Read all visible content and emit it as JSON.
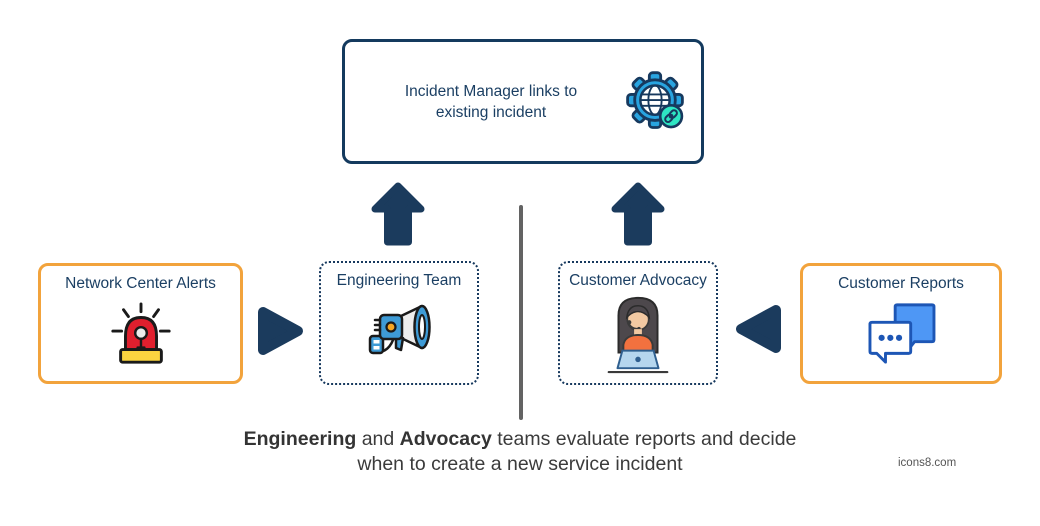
{
  "diagram": {
    "title_box": {
      "label_line1": "Incident Manager links to",
      "label_line2": "existing incident",
      "icon": "gear-globe-link-icon"
    },
    "nodes": {
      "network_alerts": {
        "label": "Network Center Alerts",
        "icon": "siren-icon",
        "border_style": "solid-orange"
      },
      "engineering_team": {
        "label": "Engineering Team",
        "icon": "megaphone-icon",
        "border_style": "dotted-navy"
      },
      "customer_advocacy": {
        "label": "Customer Advocacy",
        "icon": "support-agent-icon",
        "border_style": "dotted-navy"
      },
      "customer_reports": {
        "label": "Customer Reports",
        "icon": "chat-bubbles-icon",
        "border_style": "solid-orange"
      }
    },
    "connectors": {
      "up_arrows": 2,
      "right_arrow_from": "network_alerts",
      "left_arrow_from": "customer_reports",
      "divider": "vertical-gray-line"
    },
    "caption": {
      "bold1": "Engineering",
      "mid1": " and ",
      "bold2": "Advocacy",
      "rest": " teams evaluate reports and decide",
      "line2": "when to create a new service incident"
    },
    "watermark": "icons8.com",
    "colors": {
      "navy": "#17395e",
      "arrow_navy": "#1b3b5d",
      "orange_border": "#f2a33c",
      "divider_gray": "#636363",
      "caption_text": "#3b3b3b",
      "gear_blue": "#29a4e0",
      "link_badge_teal": "#2ee6c3",
      "siren_red": "#e01f2e",
      "siren_base_yellow": "#fbd440",
      "megaphone_blue": "#3e9bd6",
      "megaphone_dot_orange": "#f5a623",
      "chat_fill_blue": "#4e97f5",
      "chat_outline_blue": "#1d56b5",
      "shirt_orange": "#f2713f",
      "laptop_blue": "#b5d6ee"
    }
  }
}
